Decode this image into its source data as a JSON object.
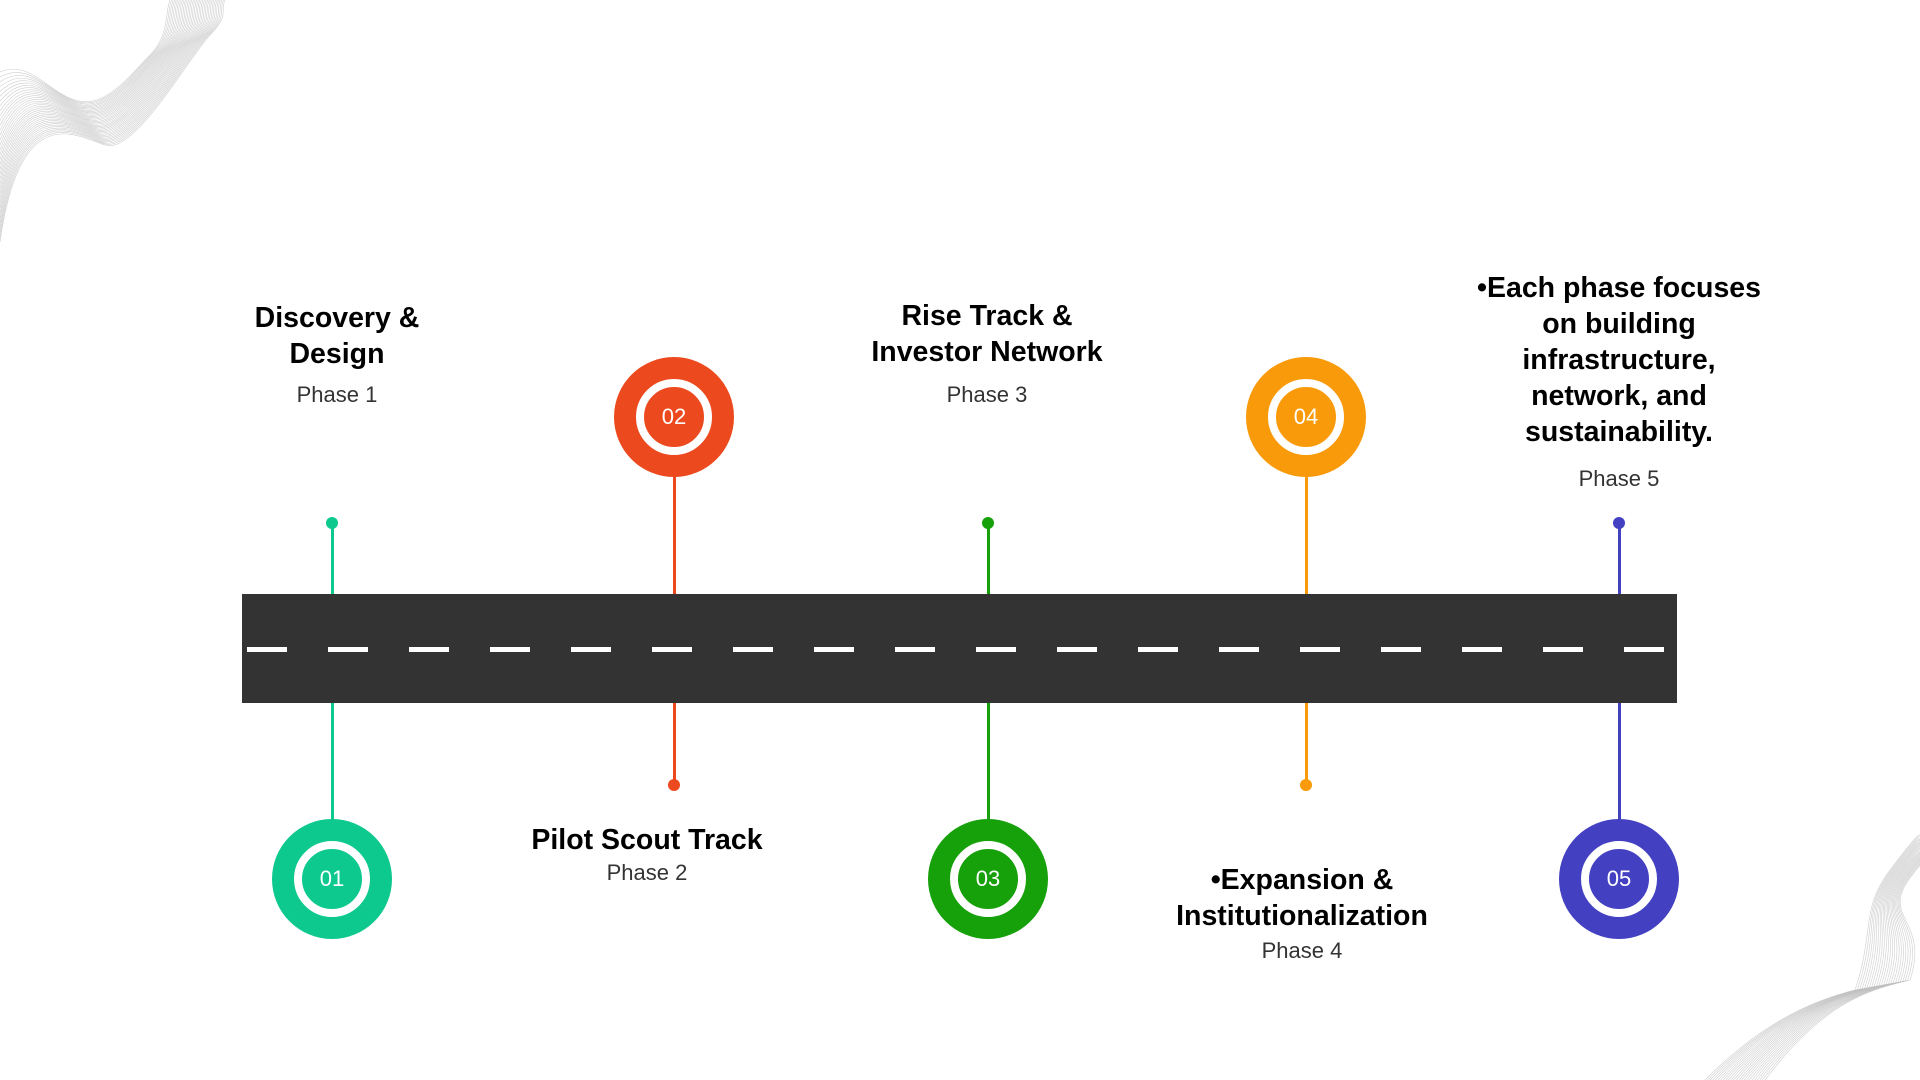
{
  "colors": {
    "road": "#333333",
    "dash": "#ffffff",
    "background": "#ffffff"
  },
  "phases": [
    {
      "number": "01",
      "title_lines": [
        "Discovery &",
        "Design"
      ],
      "phase_label": "Phase 1",
      "color": "#0DC98E",
      "label_position": "top",
      "badge_position": "bottom"
    },
    {
      "number": "02",
      "title_lines": [
        "Pilot Scout Track"
      ],
      "phase_label": "Phase 2",
      "color": "#EC4A1E",
      "label_position": "bottom",
      "badge_position": "top"
    },
    {
      "number": "03",
      "title_lines": [
        "Rise Track &",
        "Investor Network"
      ],
      "phase_label": "Phase 3",
      "color": "#16A00A",
      "label_position": "top",
      "badge_position": "bottom"
    },
    {
      "number": "04",
      "title_lines": [
        "•Expansion &",
        "Institutionalization"
      ],
      "phase_label": "Phase 4",
      "color": "#F99A0A",
      "label_position": "bottom",
      "badge_position": "top"
    },
    {
      "number": "05",
      "title_lines": [
        "•Each phase focuses",
        "on building",
        "infrastructure,",
        "network, and",
        "sustainability."
      ],
      "phase_label": "Phase 5",
      "color": "#4440C2",
      "label_position": "top",
      "badge_position": "bottom"
    }
  ],
  "decorations": [
    "wave-lines-top-left",
    "wave-lines-bottom-right"
  ]
}
